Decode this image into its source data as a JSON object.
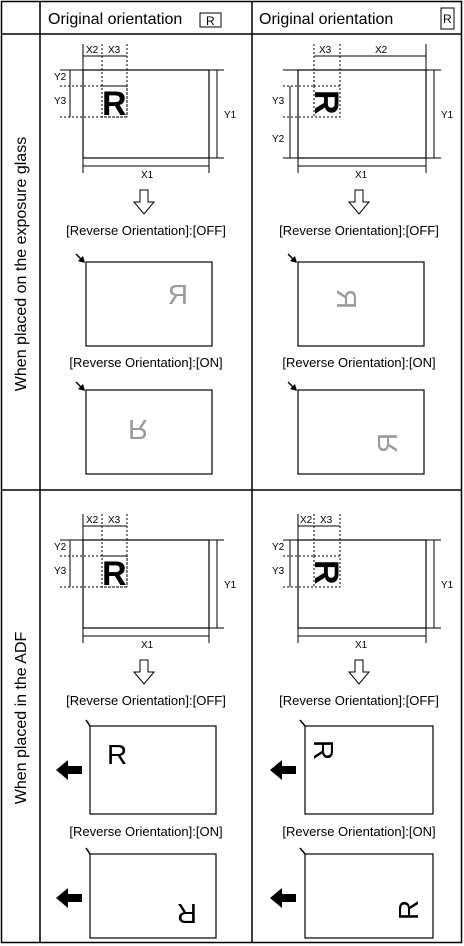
{
  "header": {
    "col1": "Original orientation",
    "col2": "Original orientation",
    "col1_icon_letter": "R",
    "col2_icon_letter": "R"
  },
  "rows": {
    "glass": "When placed on the exposure glass",
    "adf": "When placed in the ADF"
  },
  "labels": {
    "off": "[Reverse Orientation]:[OFF]",
    "on": "[Reverse Orientation]:[ON]"
  },
  "dims": {
    "x1": "X1",
    "x2": "X2",
    "x3": "X3",
    "y1": "Y1",
    "y2": "Y2",
    "y3": "Y3"
  },
  "letter": "R",
  "colors": {
    "line": "#000000",
    "gray_letter": "#9a9a9a"
  }
}
